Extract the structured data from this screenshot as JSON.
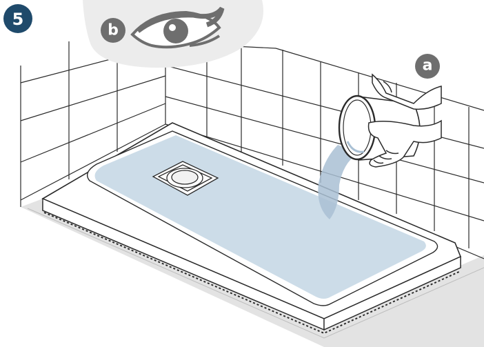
{
  "step": {
    "number": "5"
  },
  "callouts": {
    "a": "a",
    "b": "b"
  },
  "colors": {
    "badge_dark": "#1f4a6b",
    "badge_grey": "#6e6e6e",
    "line": "#2a2a2a",
    "water": "#c7d8e6",
    "floor": "#e3e3e3",
    "eye_bubble": "#ececec"
  },
  "icons": [
    "eye-icon",
    "bucket-icon",
    "hand-icon",
    "drain-icon"
  ]
}
